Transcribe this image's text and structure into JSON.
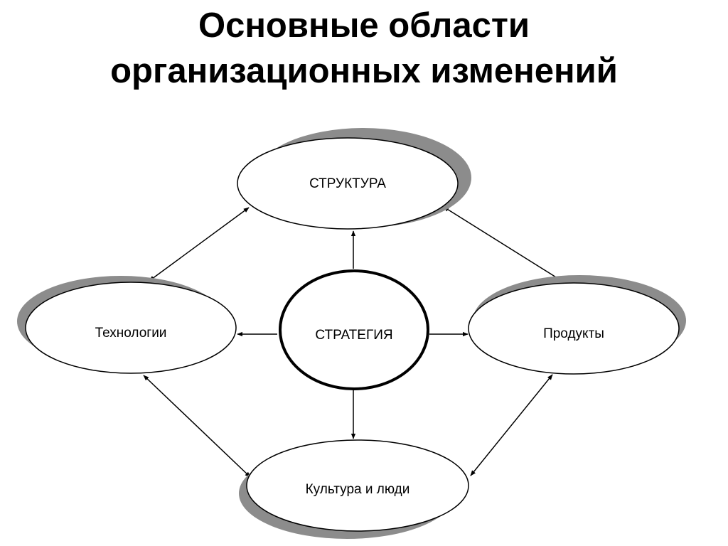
{
  "title": {
    "line1": "Основные области",
    "line2": "организационных изменений"
  },
  "nodes": {
    "center": "СТРАТЕГИЯ",
    "top": "СТРУКТУРА",
    "left": "Технологии",
    "right": "Продукты",
    "bottom": "Культура и люди"
  },
  "colors": {
    "shadow": "#8c8c8c",
    "stroke": "#000000",
    "fill": "#ffffff"
  }
}
